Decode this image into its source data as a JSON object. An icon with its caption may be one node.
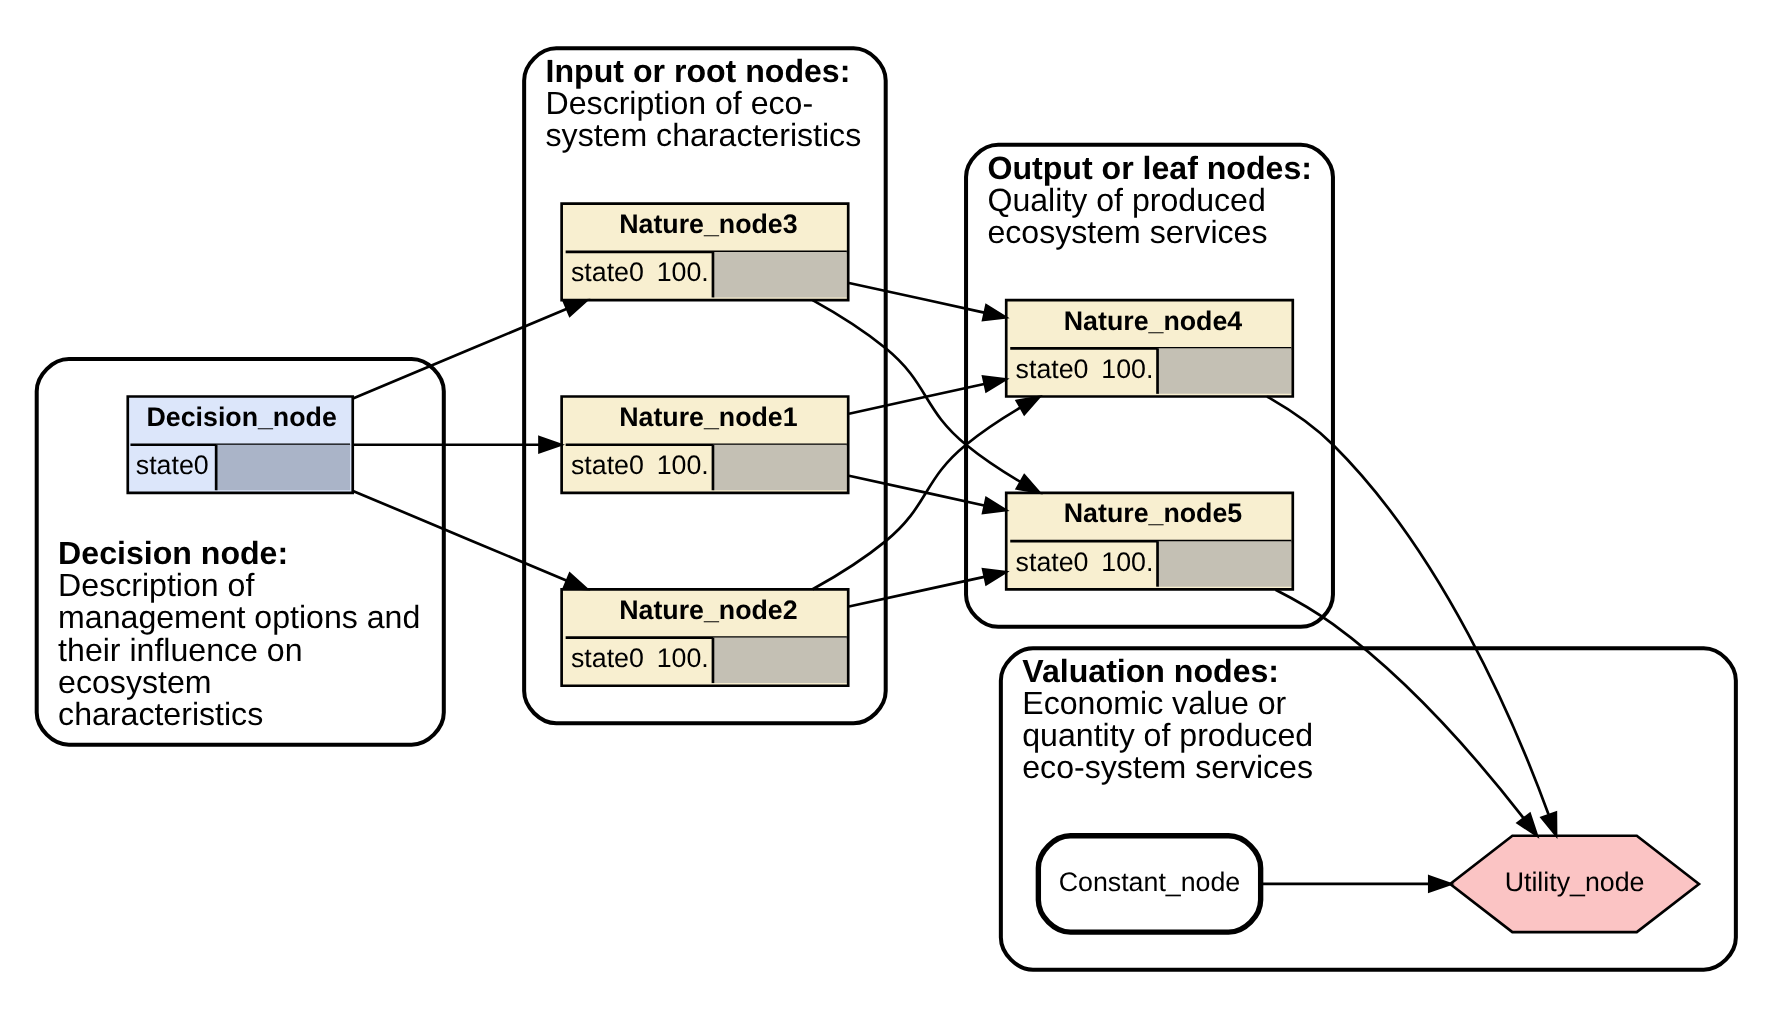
{
  "diagram": {
    "nodes": [
      {
        "text": [
          "Decision node:",
          "Description of management options and their influence on ecosystem characteristics"
        ]
      },
      {
        "text": [
          "Decision_node",
          "state0"
        ],
        "in": 0
      },
      {
        "text": [
          "Input or root nodes:",
          "Description of eco-system characteristics"
        ]
      },
      {
        "text": [
          "Nature_node1",
          "state0",
          "100."
        ],
        "in": 2
      },
      {
        "text": [
          "Nature_node2",
          "state0",
          "100."
        ],
        "in": 2
      },
      {
        "text": [
          "Nature_node3",
          "state0",
          "100."
        ],
        "in": 2
      },
      {
        "text": [
          "Output or leaf nodes:",
          "Quality of produced ecosystem services"
        ]
      },
      {
        "text": [
          "Nature_node4",
          "state0",
          "100."
        ],
        "in": 6
      },
      {
        "text": [
          "Nature_node5",
          "state0",
          "100."
        ],
        "in": 6
      },
      {
        "text": [
          "Valuation nodes:",
          "Economic value or quantity of produced eco-system services"
        ]
      },
      {
        "text": [
          "Constant_node"
        ],
        "in": 9
      },
      {
        "text": [
          "Utility_node"
        ],
        "in": 9
      }
    ],
    "edges": [
      {
        "from": 1,
        "to": 3,
        "arrow": "to"
      },
      {
        "from": 1,
        "to": 4,
        "arrow": "to"
      },
      {
        "from": 1,
        "to": 5,
        "arrow": "to"
      },
      {
        "from": 3,
        "to": 7,
        "arrow": "to"
      },
      {
        "from": 3,
        "to": 8,
        "arrow": "to"
      },
      {
        "from": 4,
        "to": 7,
        "arrow": "to"
      },
      {
        "from": 4,
        "to": 8,
        "arrow": "to"
      },
      {
        "from": 5,
        "to": 7,
        "arrow": "to"
      },
      {
        "from": 5,
        "to": 8,
        "arrow": "to"
      },
      {
        "from": 7,
        "to": 11,
        "arrow": "to"
      },
      {
        "from": 8,
        "to": 11,
        "arrow": "to"
      },
      {
        "from": 10,
        "to": 11,
        "arrow": "to"
      }
    ]
  }
}
